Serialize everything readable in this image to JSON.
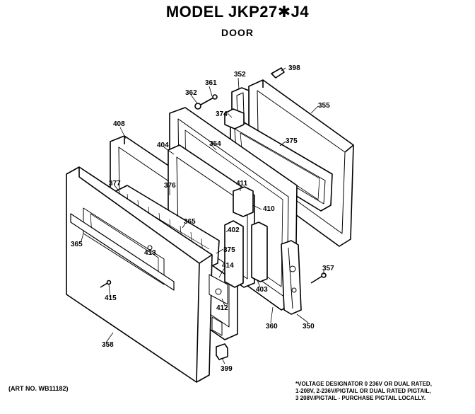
{
  "header": {
    "title": "MODEL JKP27✱J4",
    "subtitle": "DOOR"
  },
  "parts": [
    {
      "id": "p398",
      "label": "398"
    },
    {
      "id": "p352",
      "label": "352"
    },
    {
      "id": "p361",
      "label": "361"
    },
    {
      "id": "p362",
      "label": "362"
    },
    {
      "id": "p355",
      "label": "355"
    },
    {
      "id": "p374",
      "label": "374"
    },
    {
      "id": "p375a",
      "label": "375"
    },
    {
      "id": "p408",
      "label": "408"
    },
    {
      "id": "p404",
      "label": "404"
    },
    {
      "id": "p354",
      "label": "354"
    },
    {
      "id": "p411",
      "label": "411"
    },
    {
      "id": "p410",
      "label": "410"
    },
    {
      "id": "p377",
      "label": "377"
    },
    {
      "id": "p376",
      "label": "376"
    },
    {
      "id": "p365a",
      "label": "365"
    },
    {
      "id": "p402",
      "label": "402"
    },
    {
      "id": "p365b",
      "label": "365"
    },
    {
      "id": "p413",
      "label": "413"
    },
    {
      "id": "p375b",
      "label": "375"
    },
    {
      "id": "p414",
      "label": "414"
    },
    {
      "id": "p357",
      "label": "357"
    },
    {
      "id": "p403",
      "label": "403"
    },
    {
      "id": "p415",
      "label": "415"
    },
    {
      "id": "p412",
      "label": "412"
    },
    {
      "id": "p360",
      "label": "360"
    },
    {
      "id": "p350",
      "label": "350"
    },
    {
      "id": "p358",
      "label": "358"
    },
    {
      "id": "p399",
      "label": "399"
    }
  ],
  "footer": {
    "art_no": "(ART NO. WB11182)",
    "note_lines": [
      "*VOLTAGE DESIGNATOR 0 236V OR DUAL RATED,",
      "1-208V, 2-236V/PIGTAIL OR DUAL RATED PIGTAIL,",
      "3 208V/PIGTAIL - PURCHASE PIGTAIL LOCALLY."
    ]
  }
}
